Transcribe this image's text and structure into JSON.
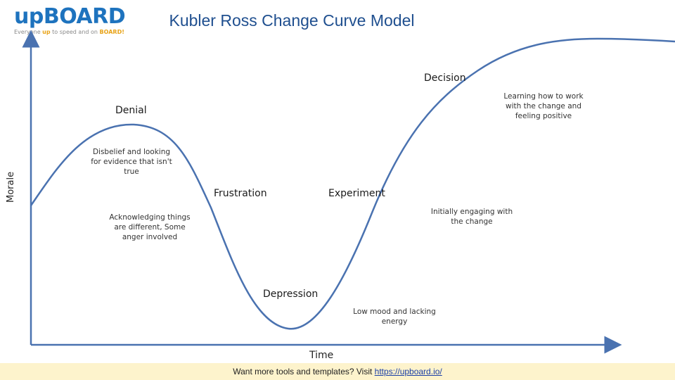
{
  "logo": {
    "part1": "up",
    "part2": "BOARD",
    "tagline_a": "Everyone ",
    "tagline_up": "up",
    "tagline_b": " to speed and on ",
    "tagline_board": "BOARD!"
  },
  "title": "Kubler Ross Change Curve Model",
  "axes": {
    "y_label": "Morale",
    "x_label": "Time"
  },
  "stages": [
    {
      "name": "Denial",
      "description": "Disbelief and looking for evidence that isn't true"
    },
    {
      "name": "Frustration",
      "description": "Acknowledging things are different, Some anger involved"
    },
    {
      "name": "Depression",
      "description": "Low mood and lacking energy"
    },
    {
      "name": "Experiment",
      "description": "Initially engaging with the change"
    },
    {
      "name": "Decision",
      "description": "Learning how to work with the change and feeling positive"
    }
  ],
  "footer": {
    "text": "Want more tools and templates? Visit ",
    "link": "https://upboard.io/"
  },
  "colors": {
    "curve": "#4a72b0",
    "axis": "#4a72b0",
    "title": "#1f4f8f",
    "brand": "#1e73be",
    "accent": "#e8a318",
    "footer_bg": "#fdf3cc"
  }
}
